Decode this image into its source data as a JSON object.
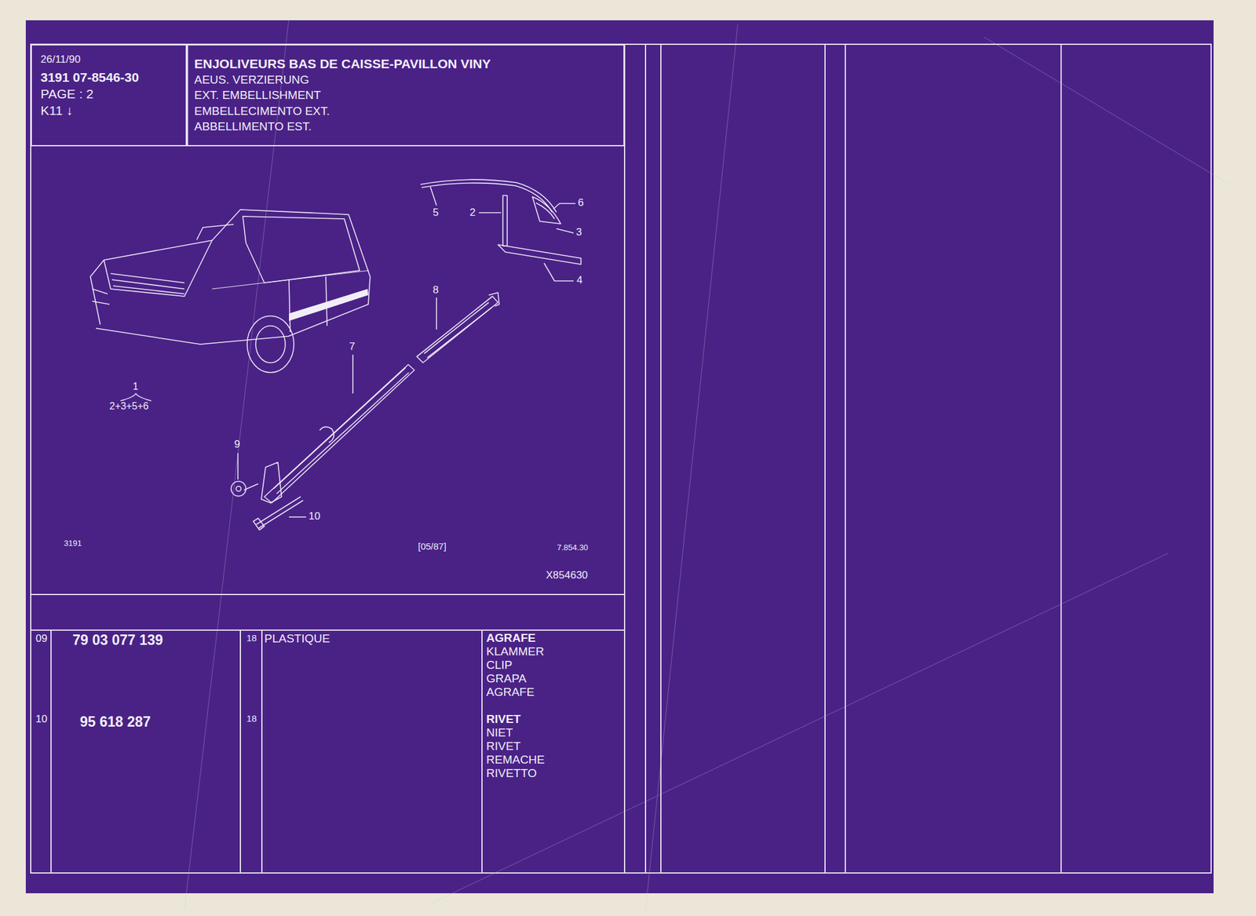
{
  "diagram": {
    "nodes": [
      {
        "text": [
          "26/11/90",
          "3191  07-8546-30",
          "PAGE : 2",
          "K11 ↓"
        ]
      },
      {
        "text": [
          "ENJOLIVEURS BAS DE CAISSE-PAVILLON VINY",
          "AEUS. VERZIERUNG",
          "EXT. EMBELLISHMENT",
          "EMBELLECIMENTO EXT.",
          "ABBELLIMENTO EST."
        ]
      }
    ],
    "labels": [
      "5",
      "2",
      "6",
      "3",
      "4",
      "8",
      "7",
      "9",
      "10",
      "1",
      "2+3+5+6",
      "3191",
      "[05/87]",
      "7.854.30",
      "X854630",
      "09",
      "79 03 077 139",
      "18",
      "PLASTIQUE",
      "AGRAFE",
      "KLAMMER",
      "CLIP",
      "GRAPA",
      "AGRAFE",
      "10",
      "95 618 287",
      "18",
      "RIVET",
      "NIET",
      "RIVET",
      "REMACHE",
      "RIVETTO"
    ]
  }
}
